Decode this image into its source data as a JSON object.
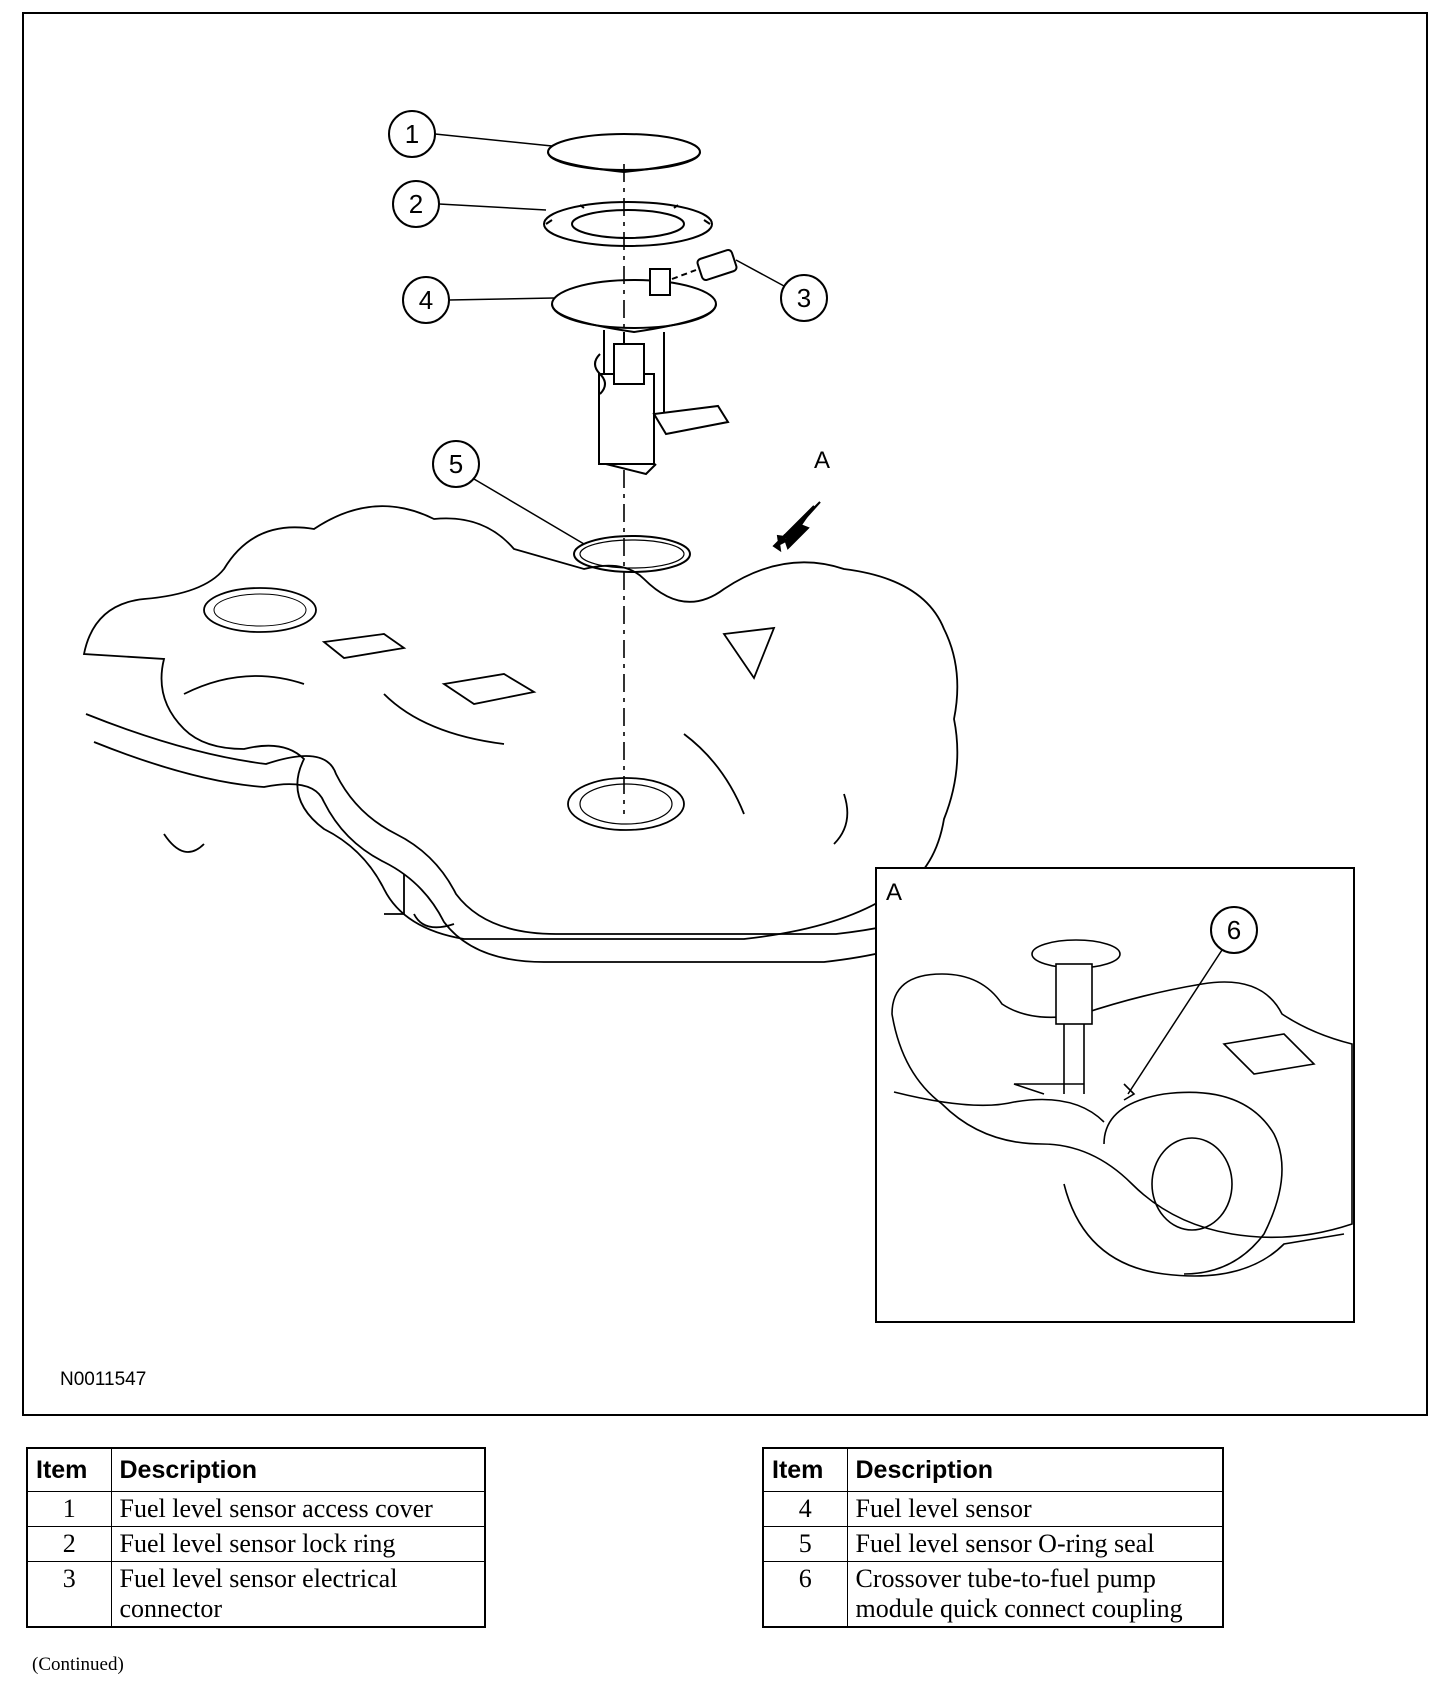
{
  "figure": {
    "id_label": "N0011547",
    "view_label": "A",
    "inset_label": "A",
    "callouts": [
      "1",
      "2",
      "3",
      "4",
      "5",
      "6"
    ]
  },
  "legend_left": {
    "headers": [
      "Item",
      "Description"
    ],
    "rows": [
      {
        "item": "1",
        "description": "Fuel level sensor access cover"
      },
      {
        "item": "2",
        "description": "Fuel level sensor lock ring"
      },
      {
        "item": "3",
        "description": "Fuel level sensor electrical connector"
      }
    ]
  },
  "legend_right": {
    "headers": [
      "Item",
      "Description"
    ],
    "rows": [
      {
        "item": "4",
        "description": "Fuel level sensor"
      },
      {
        "item": "5",
        "description": "Fuel level sensor O-ring seal"
      },
      {
        "item": "6",
        "description": "Crossover tube-to-fuel pump module quick connect coupling"
      }
    ]
  },
  "footer": {
    "continued": "(Continued)"
  }
}
